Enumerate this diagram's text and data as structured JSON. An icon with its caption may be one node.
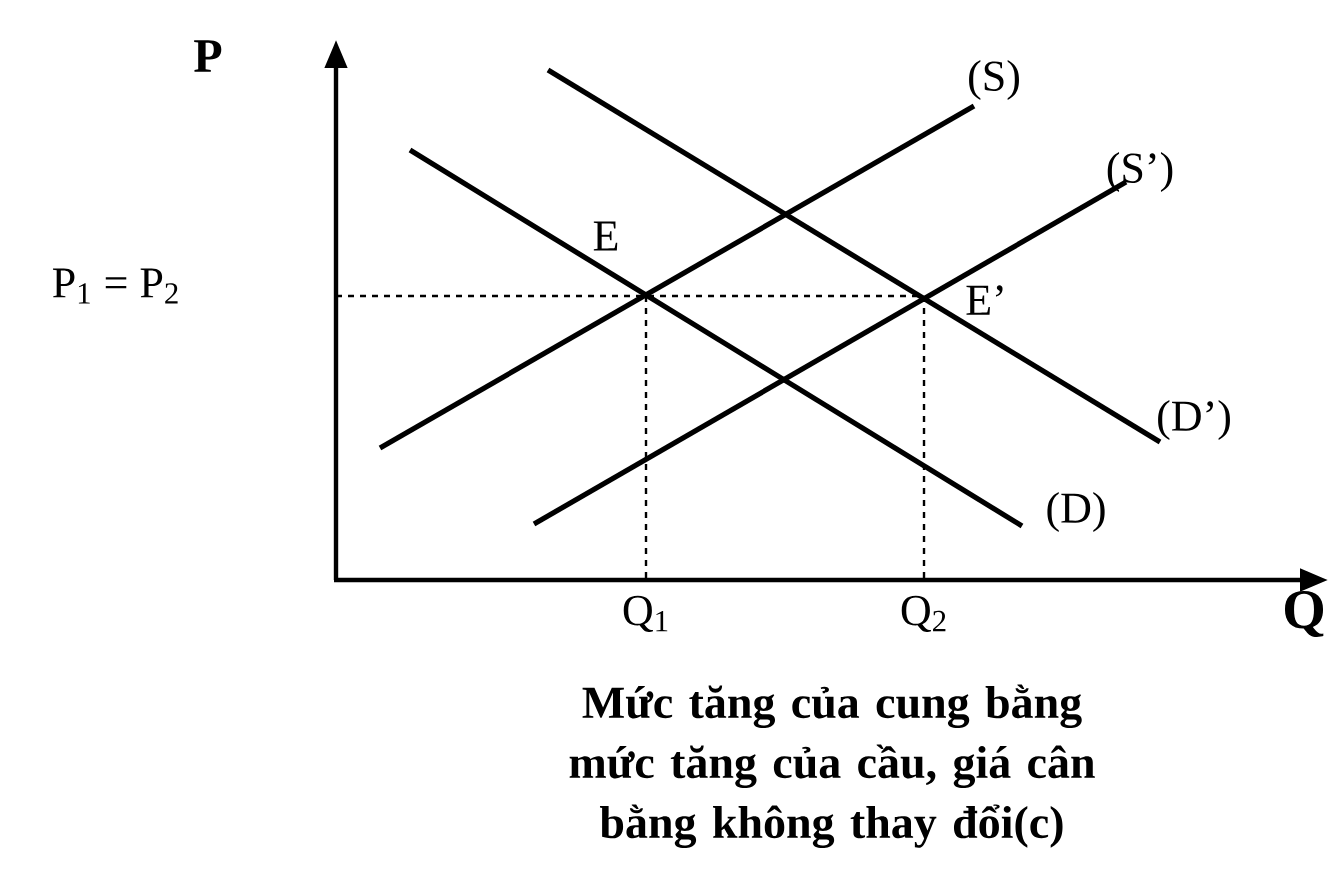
{
  "diagram": {
    "caption": "Mức tăng của cung bằng mức tăng của cầu, giá cân bằng không thay đổi(c)",
    "labels": [
      "P",
      "(S)",
      "(S’)",
      "E",
      "P$_{1}$ = P$_{2}$",
      "E’",
      "(D’)",
      "(D)",
      "Q$_{1}$",
      "Q$_{2}$",
      "Q"
    ]
  }
}
